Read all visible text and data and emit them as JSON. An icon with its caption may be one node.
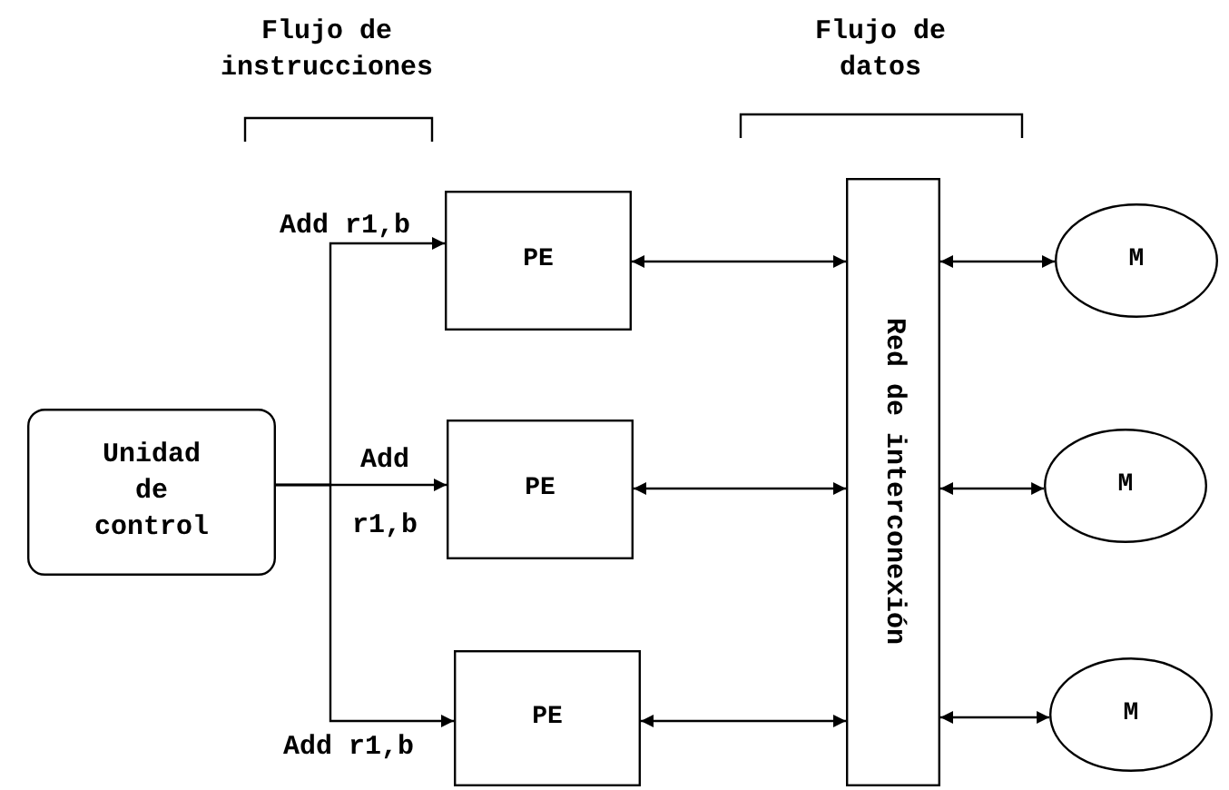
{
  "diagram": {
    "nodes": [
      {
        "text": [
          "Unidad de control"
        ]
      },
      {
        "text": [
          "PE"
        ]
      },
      {
        "text": [
          "PE"
        ]
      },
      {
        "text": [
          "PE"
        ]
      },
      {
        "text": [
          "Red de interconexión"
        ]
      },
      {
        "text": [
          "M"
        ]
      },
      {
        "text": [
          "M"
        ]
      },
      {
        "text": [
          "M"
        ]
      }
    ],
    "edges": [
      {
        "from": 0,
        "to": 1,
        "arrow": "to",
        "label": "Add r1,b"
      },
      {
        "from": 0,
        "to": 2,
        "arrow": "to",
        "label": "Add r1,b"
      },
      {
        "from": 0,
        "to": 3,
        "arrow": "to",
        "label": "Add r1,b"
      },
      {
        "from": 1,
        "to": 4,
        "arrow": "both"
      },
      {
        "from": 2,
        "to": 4,
        "arrow": "both"
      },
      {
        "from": 3,
        "to": 4,
        "arrow": "both"
      },
      {
        "from": 4,
        "to": 5,
        "arrow": "both"
      },
      {
        "from": 4,
        "to": 6,
        "arrow": "both"
      },
      {
        "from": 4,
        "to": 7,
        "arrow": "both"
      }
    ],
    "labels": [
      "Flujo de instrucciones",
      "Flujo de datos"
    ]
  }
}
